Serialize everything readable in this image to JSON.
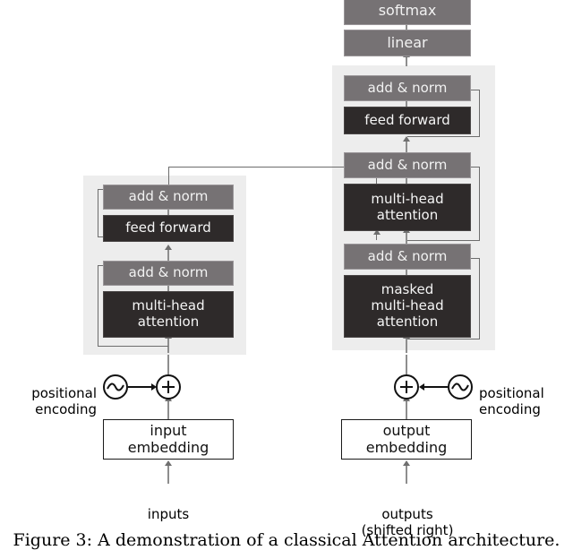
{
  "figure": {
    "caption": "Figure 3: A demonstration of a classical Attention architecture.",
    "colors": {
      "panel_background": "#ededed",
      "add_norm_block": "#767274",
      "sublayer_block": "#2e2a2a",
      "embedding_block": "#ffffff",
      "connector_line": "#8e8e8e",
      "text_on_dark": "#f5f5f5",
      "page_background": "#ffffff"
    }
  },
  "output_head": {
    "softmax": "softmax",
    "linear": "linear"
  },
  "encoder": {
    "panel_label": "encoder-stack",
    "blocks": [
      {
        "id": "enc-add-norm-2",
        "label": "add & norm",
        "style": "gray"
      },
      {
        "id": "enc-feed-forward",
        "label": "feed forward",
        "style": "dark"
      },
      {
        "id": "enc-add-norm-1",
        "label": "add & norm",
        "style": "gray"
      },
      {
        "id": "enc-multi-head",
        "label": "multi-head\nattention",
        "style": "dark"
      }
    ],
    "multi_head_line1": "multi-head",
    "multi_head_line2": "attention"
  },
  "decoder": {
    "panel_label": "decoder-stack",
    "blocks": [
      {
        "id": "dec-add-norm-3",
        "label": "add & norm",
        "style": "gray"
      },
      {
        "id": "dec-feed-forward",
        "label": "feed forward",
        "style": "dark"
      },
      {
        "id": "dec-add-norm-2",
        "label": "add & norm",
        "style": "gray"
      },
      {
        "id": "dec-cross-attention",
        "label": "multi-head\nattention",
        "style": "dark"
      },
      {
        "id": "dec-add-norm-1",
        "label": "add & norm",
        "style": "gray"
      },
      {
        "id": "dec-masked-attention",
        "label": "masked\nmulti-head\nattention",
        "style": "dark"
      }
    ],
    "cross_line1": "multi-head",
    "cross_line2": "attention",
    "masked_line1": "masked",
    "masked_line2": "multi-head",
    "masked_line3": "attention"
  },
  "inputs_side": {
    "positional_encoding_line1": "positional",
    "positional_encoding_line2": "encoding",
    "embedding_line1": "input",
    "embedding_line2": "embedding",
    "source_label": "inputs",
    "sum_operator": "+",
    "wave_icon": "sine-wave-icon"
  },
  "outputs_side": {
    "positional_encoding_line1": "positional",
    "positional_encoding_line2": "encoding",
    "embedding_line1": "output",
    "embedding_line2": "embedding",
    "source_label_line1": "outputs",
    "source_label_line2": "(shifted right)",
    "sum_operator": "+",
    "wave_icon": "sine-wave-icon"
  }
}
